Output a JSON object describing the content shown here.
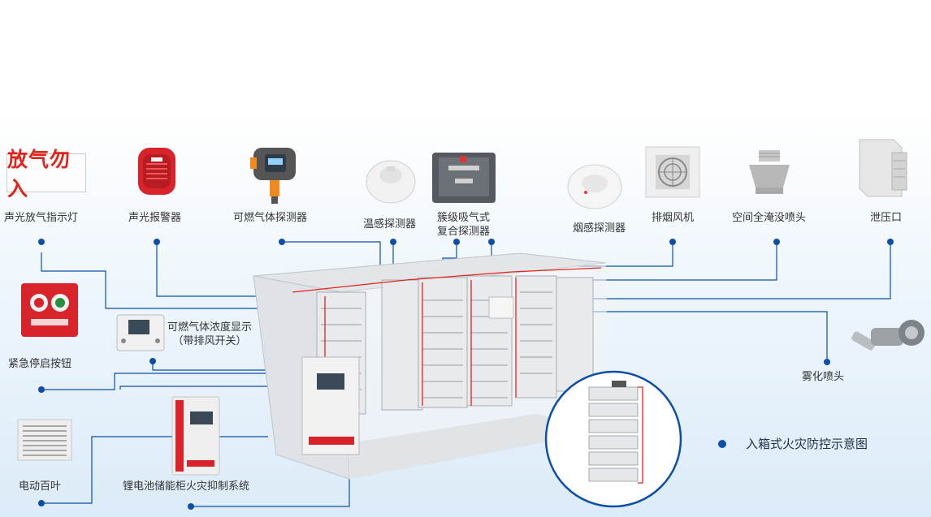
{
  "diagram_title": "入箱式火灾防控示意图",
  "sign_text": "放气勿入",
  "labels": {
    "alarm_light": "声光放气指示灯",
    "sound_alarm": "声光报警器",
    "gas_detector": "可燃气体探测器",
    "temp_detector": "温感探测器",
    "cluster_detector_line1": "簇级吸气式",
    "cluster_detector_line2": "复合探测器",
    "smoke_detector": "烟感探测器",
    "exhaust_fan": "排烟风机",
    "nozzle": "空间全淹没喷头",
    "relief_vent": "泄压口",
    "gas_display_line1": "可燃气体浓度显示",
    "gas_display_line2": "（带排风开关）",
    "emergency_button": "紧急停启按钮",
    "atomizing_nozzle": "雾化喷头",
    "electric_louver": "电动百叶",
    "suppression_system": "锂电池储能柜火灾抑制系统"
  },
  "colors": {
    "leader_line": "#0d4fa8",
    "accent_red": "#e2231a",
    "container": "#d9dde2"
  }
}
